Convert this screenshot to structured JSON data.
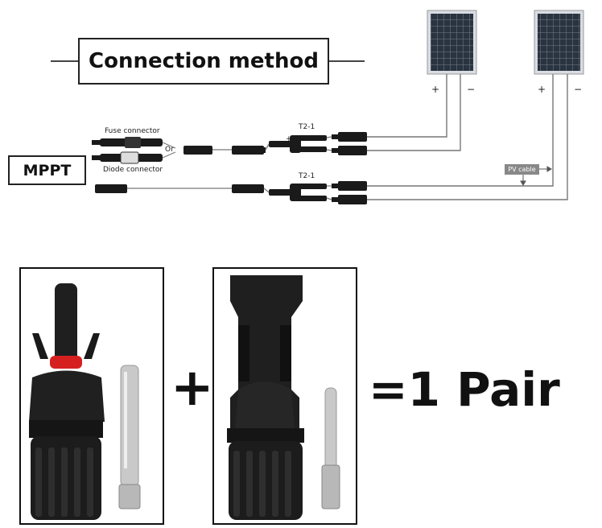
{
  "diagram": {
    "title": "Connection method",
    "mppt_label": "MPPT",
    "fuse_label": "Fuse connector",
    "diode_label": "Diode connector",
    "or_label": "Or",
    "t2_top": "T2-1",
    "t2_bottom": "T2-1",
    "pv_cable_label": "PV cable",
    "plus_sign": "+",
    "minus_sign": "-",
    "panel1_plus": "+",
    "panel1_minus": "−",
    "panel2_plus": "+",
    "panel2_minus": "−"
  },
  "product": {
    "plus_symbol": "+",
    "result_text": "=1 Pair"
  },
  "colors": {
    "connector_black": "#1a1a1a",
    "seal_red": "#d62020",
    "pin_silver": "#c9c9c9",
    "panel_blue": "#2a3340",
    "cable_gray": "#777777"
  }
}
